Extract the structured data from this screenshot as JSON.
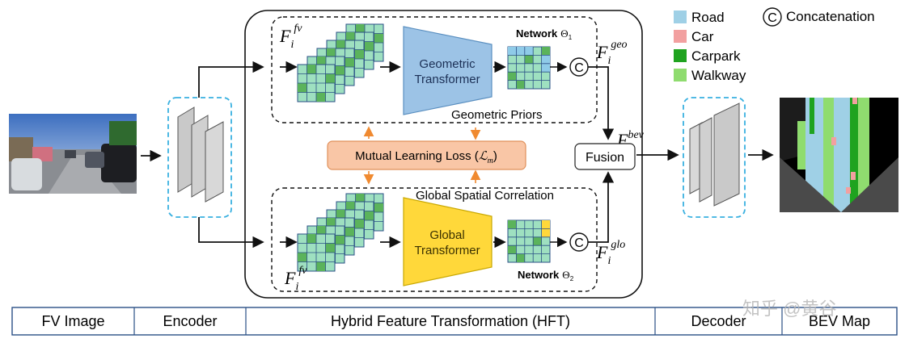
{
  "legend": {
    "items": [
      {
        "label": "Road",
        "color": "#9fd0e6"
      },
      {
        "label": "Car",
        "color": "#f2a0a0"
      },
      {
        "label": "Carpark",
        "color": "#1fa31f"
      },
      {
        "label": "Walkway",
        "color": "#8fdc6f"
      }
    ],
    "concat_symbol": "C",
    "concat_label": "Concatenation"
  },
  "top_branch": {
    "input_feature": {
      "base": "F",
      "sub": "i",
      "sup": "fv"
    },
    "transformer": {
      "line1": "Geometric",
      "line2": "Transformer",
      "color": "#9cc3e6"
    },
    "network": {
      "label": "Network",
      "theta": "Θ",
      "theta_sub": "1"
    },
    "output_feature": {
      "base": "F",
      "sub": "i",
      "sup": "geo"
    },
    "priors_label": "Geometric Priors"
  },
  "bottom_branch": {
    "input_feature": {
      "base": "F",
      "sub": "i",
      "sup": "fv"
    },
    "transformer": {
      "line1": "Global",
      "line2": "Transformer",
      "color": "#ffd83a"
    },
    "network": {
      "label": "Network",
      "theta": "Θ",
      "theta_sub": "2"
    },
    "output_feature": {
      "base": "F",
      "sub": "i",
      "sup": "glo"
    },
    "correlation_label": "Global Spatial Correlation"
  },
  "mutual_loss": {
    "text": "Mutual  Learning Loss (",
    "symbol": "ℒ",
    "sub": "m",
    "close": ")"
  },
  "fusion": {
    "label": "Fusion",
    "feature": {
      "base": "F",
      "sup": "bev"
    }
  },
  "concat_glyph": "C",
  "stages": [
    "FV Image",
    "Encoder",
    "Hybrid Feature Transformation (HFT)",
    "Decoder",
    "BEV  Map"
  ],
  "watermark": "知乎 @黄谷",
  "colors": {
    "dashed_blue": "#39b0e0",
    "loss_fill": "#f9c6a6",
    "loss_arrow": "#f08a30",
    "grid_line": "#2a4f86",
    "grid_fill": "#9ee0c0",
    "grid_cell": "#5bb35b"
  }
}
